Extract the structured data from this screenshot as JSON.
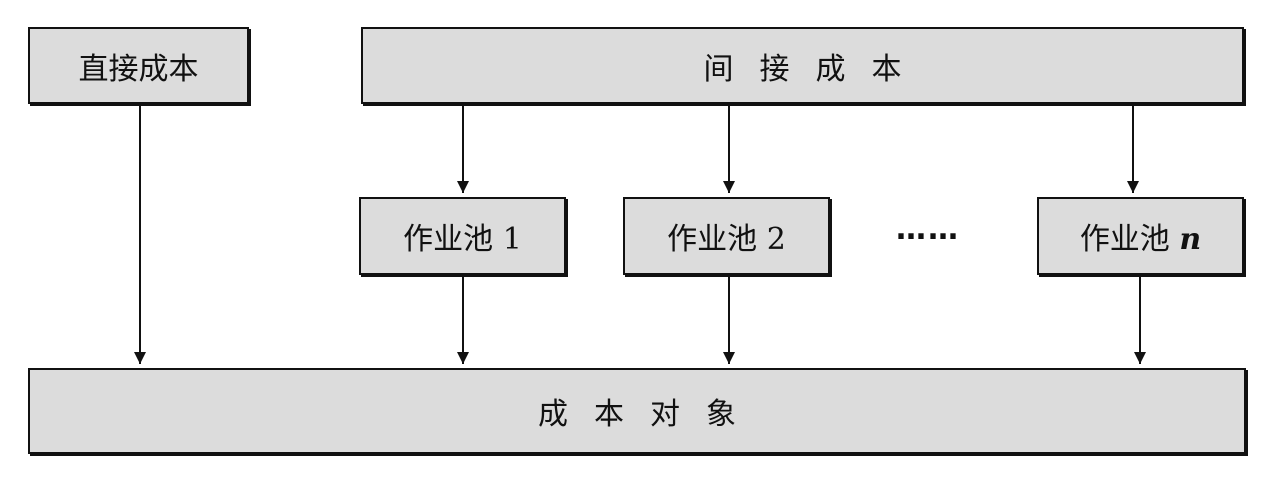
{
  "nodes": {
    "direct_cost": "直接成本",
    "indirect_cost": "间接成本",
    "pool1_prefix": "作业池",
    "pool1_num": "1",
    "pool2_prefix": "作业池",
    "pool2_num": "2",
    "ellipsis": "……",
    "pooln_prefix": "作业池",
    "pooln_num": "n",
    "cost_object": "成本对象"
  },
  "edges": [
    {
      "from": "直接成本",
      "to": "成本对象"
    },
    {
      "from": "间接成本",
      "to": "作业池 1"
    },
    {
      "from": "间接成本",
      "to": "作业池 2"
    },
    {
      "from": "间接成本",
      "to": "作业池 n"
    },
    {
      "from": "作业池 1",
      "to": "成本对象"
    },
    {
      "from": "作业池 2",
      "to": "成本对象"
    },
    {
      "from": "作业池 n",
      "to": "成本对象"
    }
  ]
}
